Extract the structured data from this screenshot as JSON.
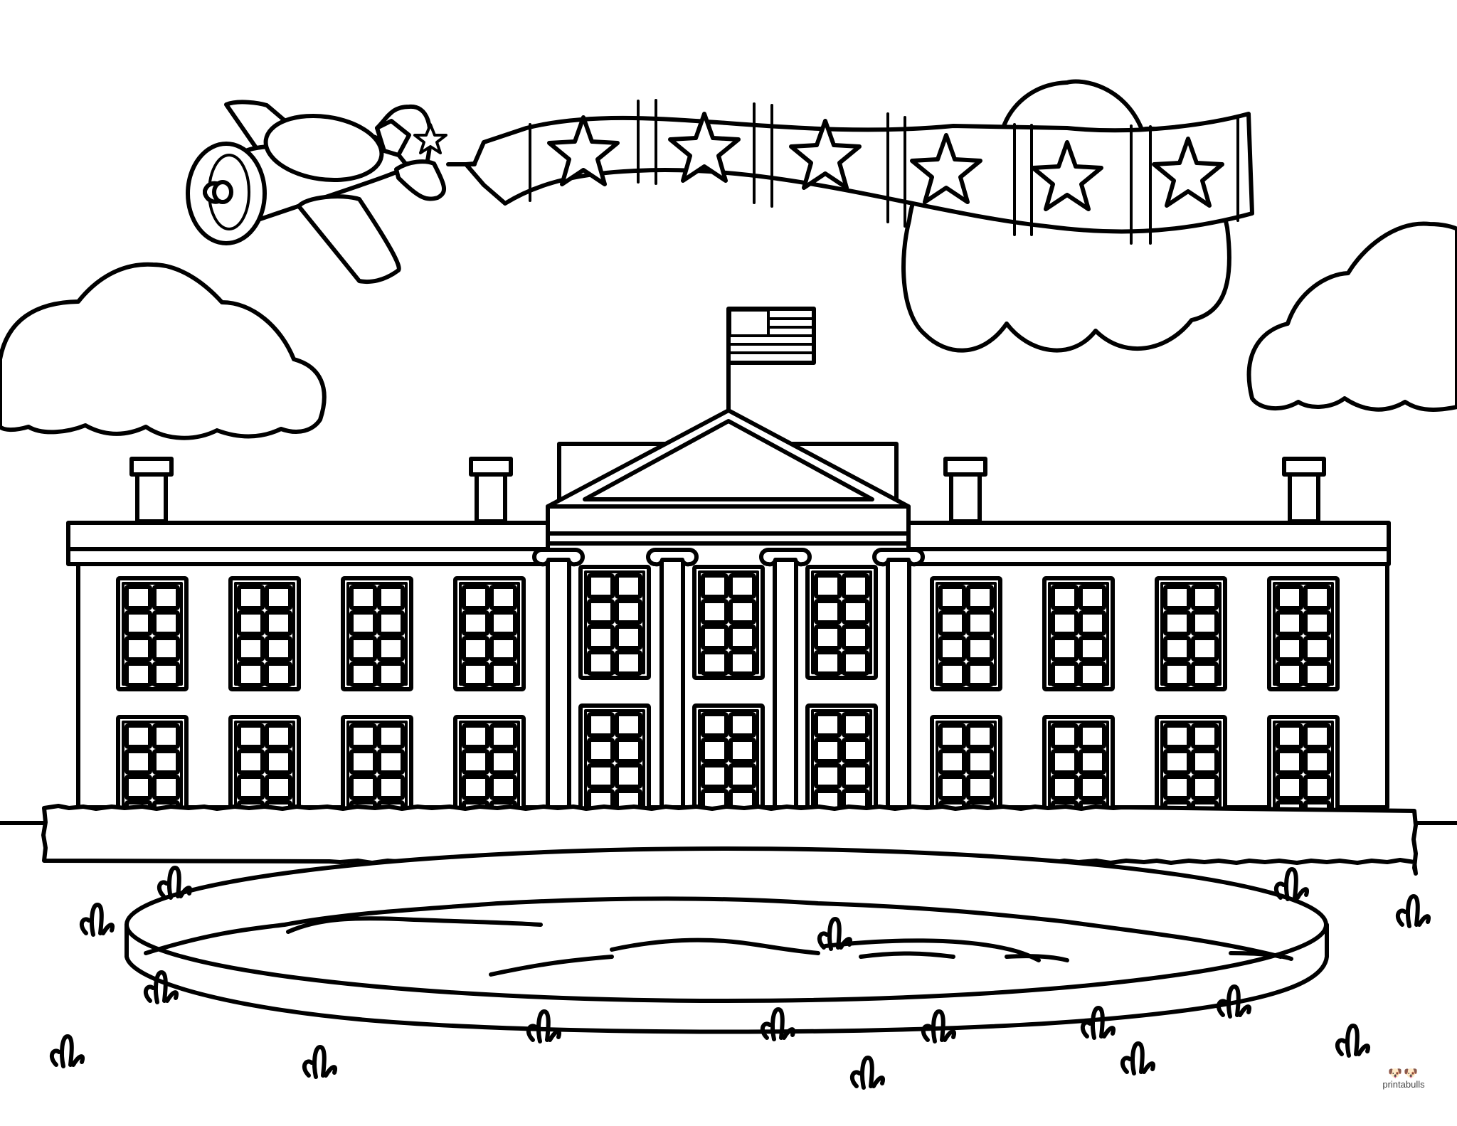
{
  "scene": {
    "title": "White House coloring page",
    "style": "black line art on white",
    "colors": {
      "line": "#000000",
      "background": "#ffffff"
    }
  },
  "banner": {
    "panel_count": 6,
    "panel_icon": "star-icon"
  },
  "building": {
    "upper_windows_per_wing": 4,
    "lower_windows_per_wing": 4,
    "portico_columns": 4,
    "portico_windows": 3,
    "chimneys": 4
  },
  "flag": {
    "icon": "us-flag-icon"
  },
  "watermark": {
    "brand": "printabulls",
    "logo_glyph": "🐶🐶"
  }
}
